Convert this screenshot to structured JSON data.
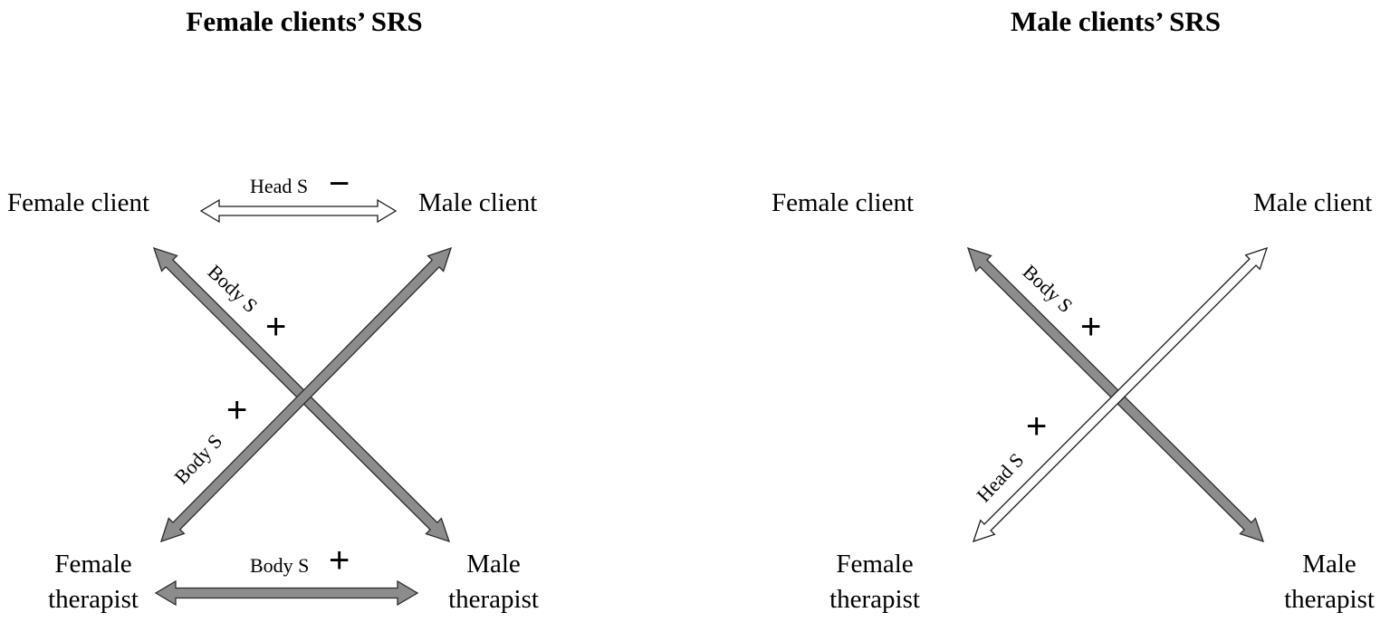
{
  "panels": [
    {
      "title": "Female clients’ SRS",
      "nodes": {
        "female_client": [
          "Female client"
        ],
        "male_client": [
          "Male client"
        ],
        "female_therapist": [
          "Female",
          "therapist"
        ],
        "male_therapist": [
          "Male",
          "therapist"
        ]
      },
      "links": [
        {
          "from": "female_client",
          "to": "male_client",
          "label": "Head S",
          "sign": "−",
          "style": "white"
        },
        {
          "from": "female_client",
          "to": "male_therapist",
          "label": "Body S",
          "sign": "+",
          "style": "gray"
        },
        {
          "from": "female_therapist",
          "to": "male_client",
          "label": "Body S",
          "sign": "+",
          "style": "gray"
        },
        {
          "from": "female_therapist",
          "to": "male_therapist",
          "label": "Body S",
          "sign": "+",
          "style": "gray"
        }
      ]
    },
    {
      "title": "Male clients’ SRS",
      "nodes": {
        "female_client": [
          "Female client"
        ],
        "male_client": [
          "Male client"
        ],
        "female_therapist": [
          "Female",
          "therapist"
        ],
        "male_therapist": [
          "Male",
          "therapist"
        ]
      },
      "links": [
        {
          "from": "female_client",
          "to": "male_therapist",
          "label": "Body S",
          "sign": "+",
          "style": "gray"
        },
        {
          "from": "female_therapist",
          "to": "male_client",
          "label": "Head S",
          "sign": "+",
          "style": "white"
        }
      ]
    }
  ]
}
